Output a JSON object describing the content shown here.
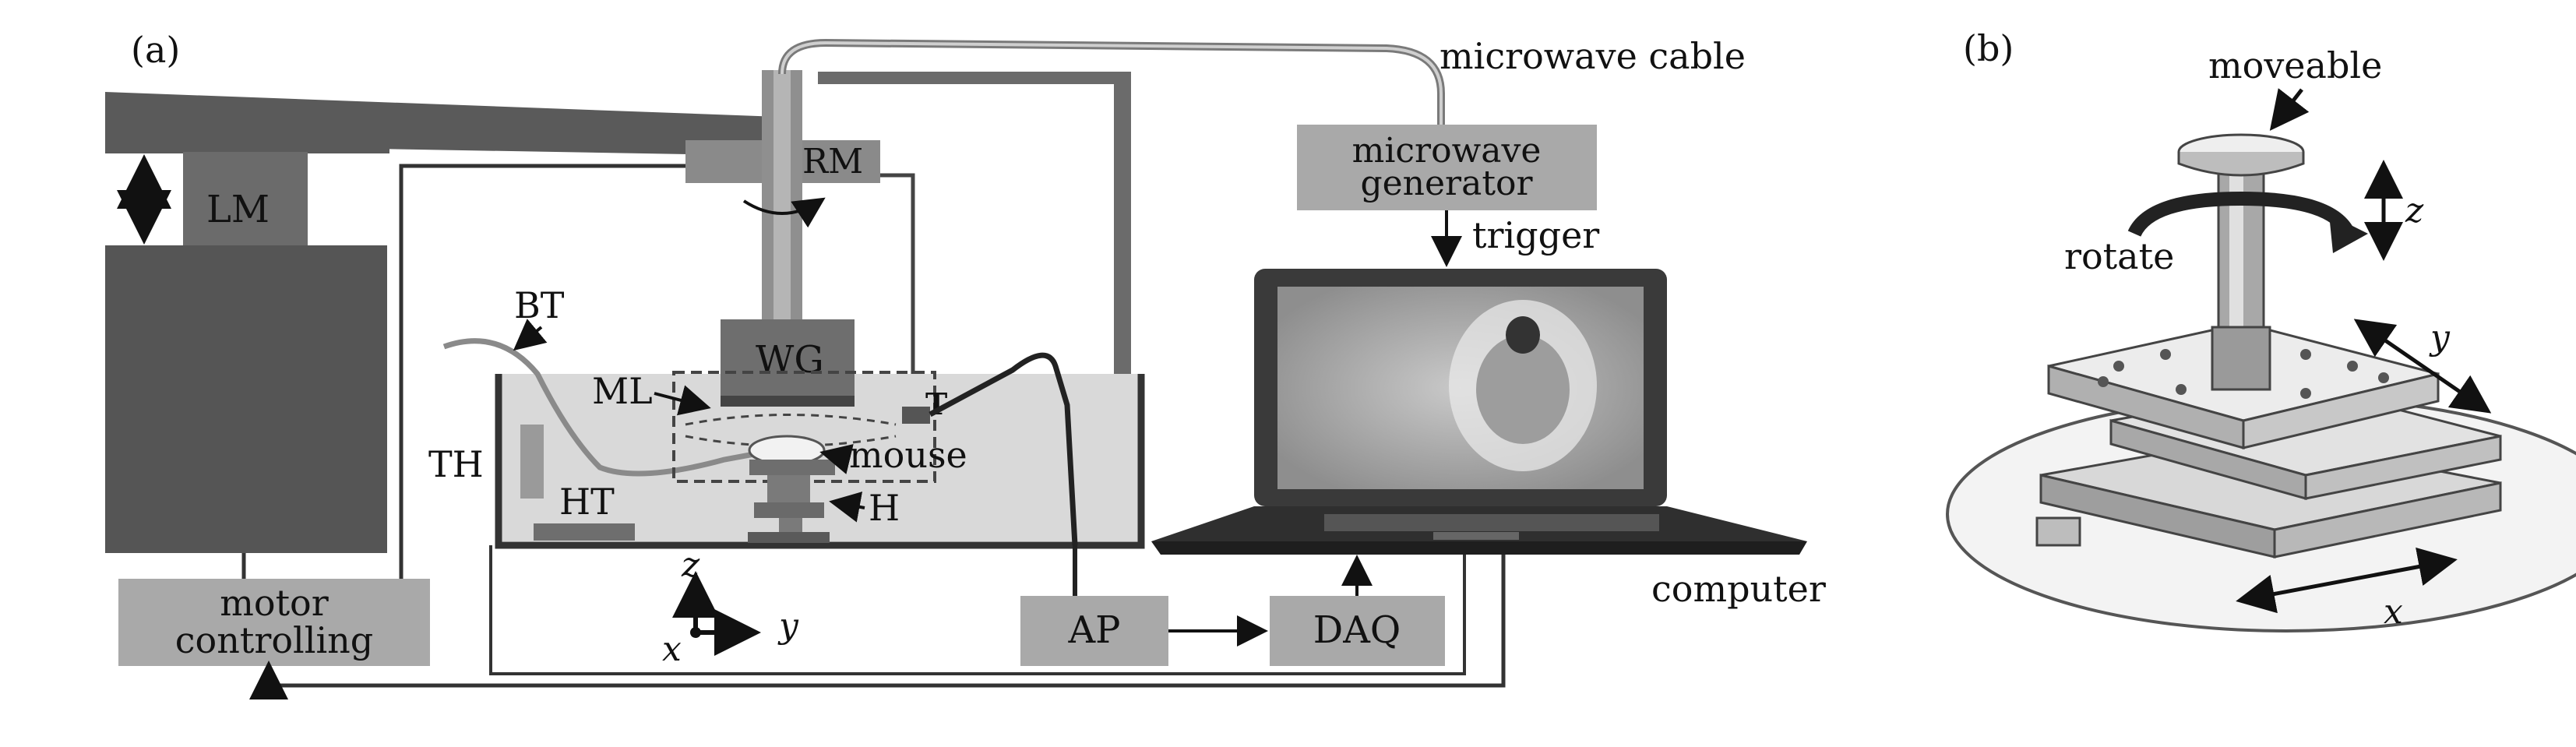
{
  "panel_a": {
    "tag": "(a)",
    "labels": {
      "lm": "LM",
      "rm": "RM",
      "bt": "BT",
      "th": "TH",
      "ht": "HT",
      "wg": "WG",
      "ml": "ML",
      "t": "T",
      "mouse": "mouse",
      "h": "H",
      "microwave_cable": "microwave cable",
      "generator_line1": "microwave",
      "generator_line2": "generator",
      "trigger": "trigger",
      "computer": "computer",
      "ap": "AP",
      "daq": "DAQ",
      "motor_line1": "motor",
      "motor_line2": "controlling"
    },
    "axes": {
      "z": "z",
      "x": "x",
      "y": "y"
    }
  },
  "panel_b": {
    "tag": "(b)",
    "labels": {
      "moveable": "moveable",
      "rotate": "rotate",
      "z": "z",
      "y": "y",
      "x": "x"
    }
  },
  "colors": {
    "dark_block": "#555555",
    "mid_block": "#8a8a8a",
    "light_box": "#a9a9a9",
    "water": "#d9d9d9",
    "line": "#2a2a2a"
  }
}
